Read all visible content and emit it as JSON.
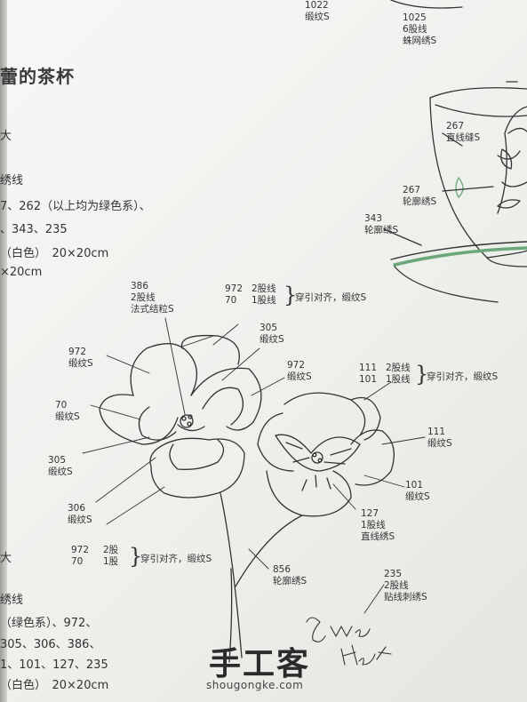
{
  "top_labels": {
    "l1022": {
      "num": "1022",
      "stitch": "缎纹S"
    },
    "l1025": {
      "num": "1025",
      "strands": "6股线",
      "stitch": "蛛网绣S"
    }
  },
  "section_title": "蕾的茶杯",
  "left_text": {
    "t1": "大",
    "t2": "绣线",
    "t3": "7、262（以上均为绿色系）、",
    "t4": "、343、235",
    "t5": "（白色）　20×20cm",
    "t6": "×20cm",
    "t7": "大",
    "t8": "绣线",
    "t9": "（绿色系）、972、",
    "t10": "305、306、386、",
    "t11": "1、101、127、235",
    "t12": "（白色）　20×20cm"
  },
  "cup_labels": {
    "l267a": {
      "num": "267",
      "stitch": "直线缝S"
    },
    "l267b": {
      "num": "267",
      "stitch": "轮廓绣S"
    },
    "l343": {
      "num": "343",
      "stitch": "轮廓绣S"
    }
  },
  "flower_labels": {
    "l386": {
      "num": "386",
      "strands": "2股线",
      "stitch": "法式结粒S"
    },
    "group_972_70": {
      "a_num": "972",
      "a_str": "2股线",
      "b_num": "70",
      "b_str": "1股线",
      "note": "穿引对齐，缎纹S"
    },
    "l305a": {
      "num": "305",
      "stitch": "缎纹S"
    },
    "l972a": {
      "num": "972",
      "stitch": "缎纹S"
    },
    "l972b": {
      "num": "972",
      "stitch": "缎纹S"
    },
    "group_111_101": {
      "a_num": "111",
      "a_str": "2股线",
      "b_num": "101",
      "b_str": "1股线",
      "note": "穿引对齐，缎纹S"
    },
    "l70": {
      "num": "70",
      "stitch": "缎纹S"
    },
    "l111": {
      "num": "111",
      "stitch": "缎纹S"
    },
    "l305b": {
      "num": "305",
      "stitch": "缎纹S"
    },
    "l101": {
      "num": "101",
      "stitch": "缎纹S"
    },
    "l306": {
      "num": "306",
      "stitch": "缎纹S"
    },
    "l127": {
      "num": "127",
      "strands": "1股线",
      "stitch": "直线绣S"
    },
    "group_972_70b": {
      "a_num": "972",
      "a_str": "2股",
      "b_num": "70",
      "b_str": "1股",
      "note": "穿引对齐，缎纹S"
    },
    "l856": {
      "num": "856",
      "stitch": "轮廓绣S"
    },
    "l235": {
      "num": "235",
      "strands": "2股线",
      "stitch": "贴线刺绣S"
    }
  },
  "script_text": {
    "w1": "Sweet",
    "w2": "Heart"
  },
  "watermark": {
    "logo": "手工客",
    "url": "shougongke.com"
  },
  "colors": {
    "leaf_green": "#6aa77a",
    "ink": "#333333",
    "paper": "#f2f3f0"
  }
}
